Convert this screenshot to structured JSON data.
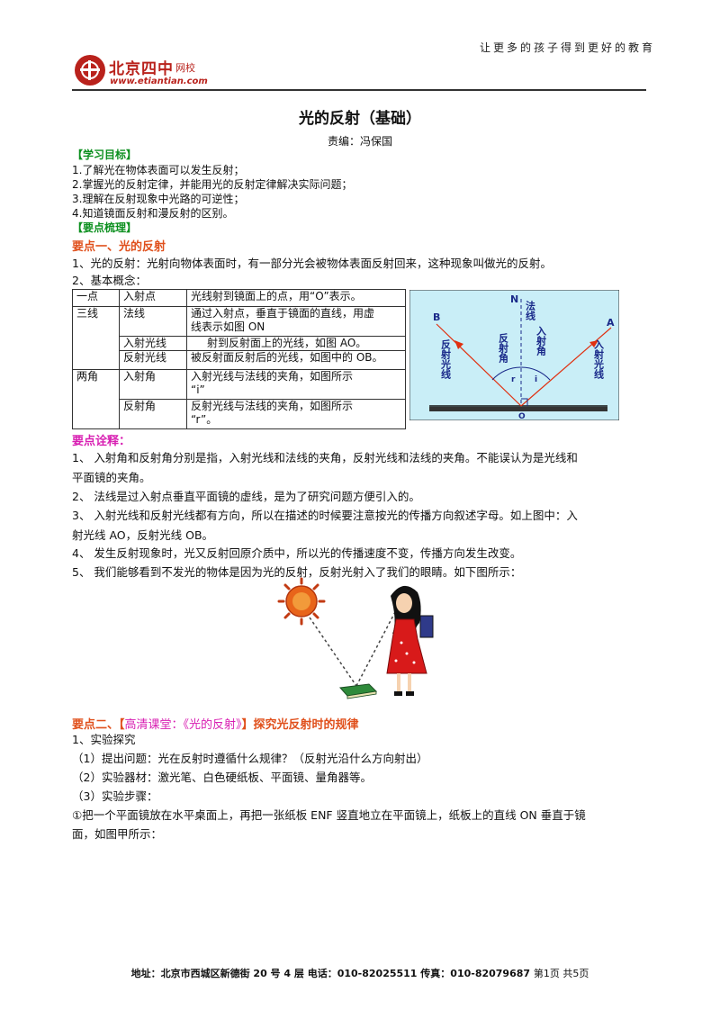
{
  "header": {
    "logo_cn": "北京四中",
    "logo_net": "网校",
    "logo_url": "www.etiantian.com",
    "slogan": "让更多的孩子得到更好的教育"
  },
  "title": "光的反射（基础）",
  "editor": "责编：冯保国",
  "goals": {
    "heading": "【学习目标】",
    "items": [
      "1.了解光在物体表面可以发生反射；",
      "2.掌握光的反射定律，并能用光的反射定律解决实际问题；",
      "3.理解在反射现象中光路的可逆性；",
      "4.知道镜面反射和漫反射的区别。"
    ]
  },
  "summary_heading": "【要点梳理】",
  "point1": {
    "heading": "要点一、光的反射",
    "p1": "1、光的反射：光射向物体表面时，有一部分光会被物体表面反射回来，这种现象叫做光的反射。",
    "p2": "2、基本概念："
  },
  "table": {
    "r1": [
      "一点",
      "入射点",
      "光线射到镜面上的点，用“O”表示。"
    ],
    "r2": [
      "三线",
      "法线",
      "通过入射点，垂直于镜面的直线，用虚",
      "线表示如图 ON"
    ],
    "r3": [
      "入射光线",
      "射到反射面上的光线，如图 AO。"
    ],
    "r4": [
      "反射光线",
      "被反射面反射后的光线，如图中的 OB。"
    ],
    "r5": [
      "两角",
      "入射角",
      "入射光线与法线的夹角，如图所示",
      "“i”"
    ],
    "r6": [
      "反射角",
      "反射光线与法线的夹角，如图所示",
      "“r”。"
    ]
  },
  "diagram": {
    "N": "N",
    "B": "B",
    "A": "A",
    "O": "O",
    "normal": "法线",
    "reflected_ray": "反射光线",
    "incident_ray": "入射光线",
    "reflect_angle": "反射角",
    "incident_angle": "入射角",
    "r": "r",
    "i": "i",
    "colors": {
      "background": "#c9eef7",
      "ray": "#e03010",
      "text": "#1a2a8a"
    }
  },
  "notes": {
    "heading": "要点诠释：",
    "items": [
      [
        "1、 入射角和反射角分别是指，入射光线和法线的夹角，反射光线和法线的夹角。不能误认为是光线和",
        "平面镜的夹角。"
      ],
      [
        "2、 法线是过入射点垂直平面镜的虚线，是为了研究问题方便引入的。"
      ],
      [
        "3、 入射光线和反射光线都有方向，所以在描述的时候要注意按光的传播方向叙述字母。如上图中：入",
        "射光线 AO，反射光线 OB。"
      ],
      [
        "4、 发生反射现象时，光又反射回原介质中，所以光的传播速度不变，传播方向发生改变。"
      ],
      [
        "5、 我们能够看到不发光的物体是因为光的反射，反射光射入了我们的眼睛。如下图所示："
      ]
    ]
  },
  "point2": {
    "heading_a": "要点二、【",
    "heading_link": "高清课堂：《光的反射》",
    "heading_b": "】探究光反射时的规律",
    "lines": [
      "1、实验探究",
      "（1）提出问题：光在反射时遵循什么规律？（反射光沿什么方向射出）",
      "（2）实验器材：激光笔、白色硬纸板、平面镜、量角器等。",
      "（3）实验步骤：",
      "①把一个平面镜放在水平桌面上，再把一张纸板 ENF 竖直地立在平面镜上，纸板上的直线 ON 垂直于镜",
      "面，如图甲所示："
    ]
  },
  "footer": {
    "address": "地址：北京市西城区新德街 20 号 4 层  电话：010-82025511  传真：010-82079687",
    "page": "第1页  共5页"
  }
}
